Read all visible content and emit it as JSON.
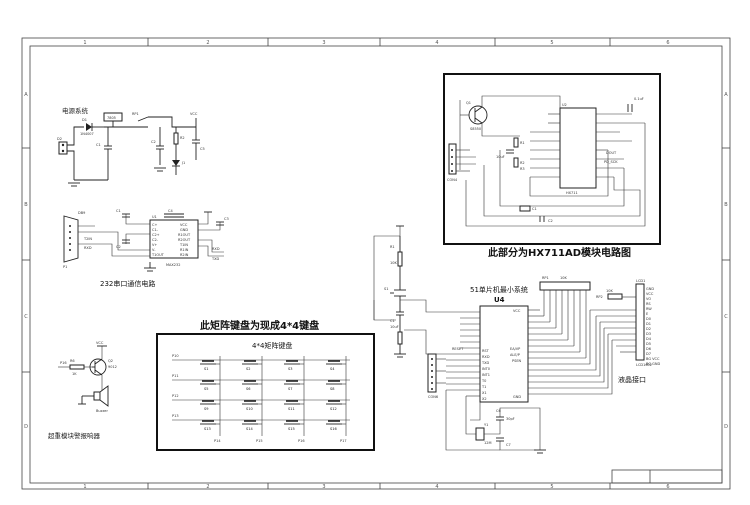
{
  "frame": {
    "col_marks": [
      "1",
      "2",
      "3",
      "4",
      "5",
      "6"
    ],
    "row_marks": [
      "A",
      "B",
      "C",
      "D"
    ]
  },
  "power": {
    "title": "电源系统",
    "parts": [
      "D1",
      "1N4007",
      "7805",
      "RP1",
      "VCC",
      "R2",
      "C1",
      "C2",
      "C5",
      "D2",
      "J1",
      "C3",
      "LED"
    ]
  },
  "rs232": {
    "title": "232串口通信电路",
    "parts": [
      "U1",
      "MAX232",
      "C1",
      "C2",
      "C3",
      "C4",
      "P1",
      "DB9",
      "C+",
      "C1-",
      "C2+",
      "C2-",
      "V+",
      "V-",
      "R1IN",
      "R2IN",
      "T1OUT",
      "T2OUT",
      "VCC",
      "GND",
      "R1OUT",
      "R2OUT",
      "T1IN",
      "T2IN",
      "RXD",
      "TXD"
    ]
  },
  "hx711": {
    "title": "此部分为HX711AD模块电路图",
    "parts": [
      "Q1",
      "S8550",
      "U2",
      "HX711",
      "R1",
      "R2",
      "R3",
      "C1",
      "C2",
      "C3",
      "C4",
      "CON4",
      "DOUT",
      "PD_SCK",
      "0.1uF",
      "10uF"
    ]
  },
  "mcu": {
    "title": "51单片机最小系统",
    "chip_label": "U4",
    "parts": [
      "RP1",
      "10K",
      "Y1",
      "12M",
      "C6",
      "C7",
      "30pF",
      "R1",
      "10K",
      "C1",
      "10uF",
      "RESET",
      "S1",
      "CON6",
      "VCC",
      "GND",
      "EA/VP",
      "ALE/P",
      "PSEN",
      "RXD",
      "TXD",
      "INT0",
      "INT1",
      "T0",
      "T1",
      "WR",
      "RD",
      "X1",
      "X2",
      "RST"
    ]
  },
  "keypad": {
    "outer_title": "此矩阵键盘为现成4*4键盘",
    "inner_title": "4*4矩阵键盘",
    "rows": [
      "P10",
      "P11",
      "P12",
      "P13"
    ],
    "cols": [
      "P14",
      "P15",
      "P16",
      "P17"
    ],
    "keys": [
      "S1",
      "S2",
      "S3",
      "S4",
      "S5",
      "S6",
      "S7",
      "S8",
      "S9",
      "S10",
      "S11",
      "S12",
      "S13",
      "S14",
      "S15",
      "S16"
    ]
  },
  "buzzer": {
    "title": "超重模块警报响器",
    "parts": [
      "R6",
      "1K",
      "Q2",
      "9012",
      "P16",
      "VCC",
      "Buzzer"
    ]
  },
  "lcd": {
    "title": "液晶接口",
    "parts": [
      "LCD1",
      "LCD1602",
      "GND",
      "VCC",
      "VO",
      "RS",
      "RW",
      "E",
      "D0",
      "D1",
      "D2",
      "D3",
      "D4",
      "D5",
      "D6",
      "D7",
      "BG VCC",
      "BG GND",
      "RP2",
      "10K"
    ]
  }
}
